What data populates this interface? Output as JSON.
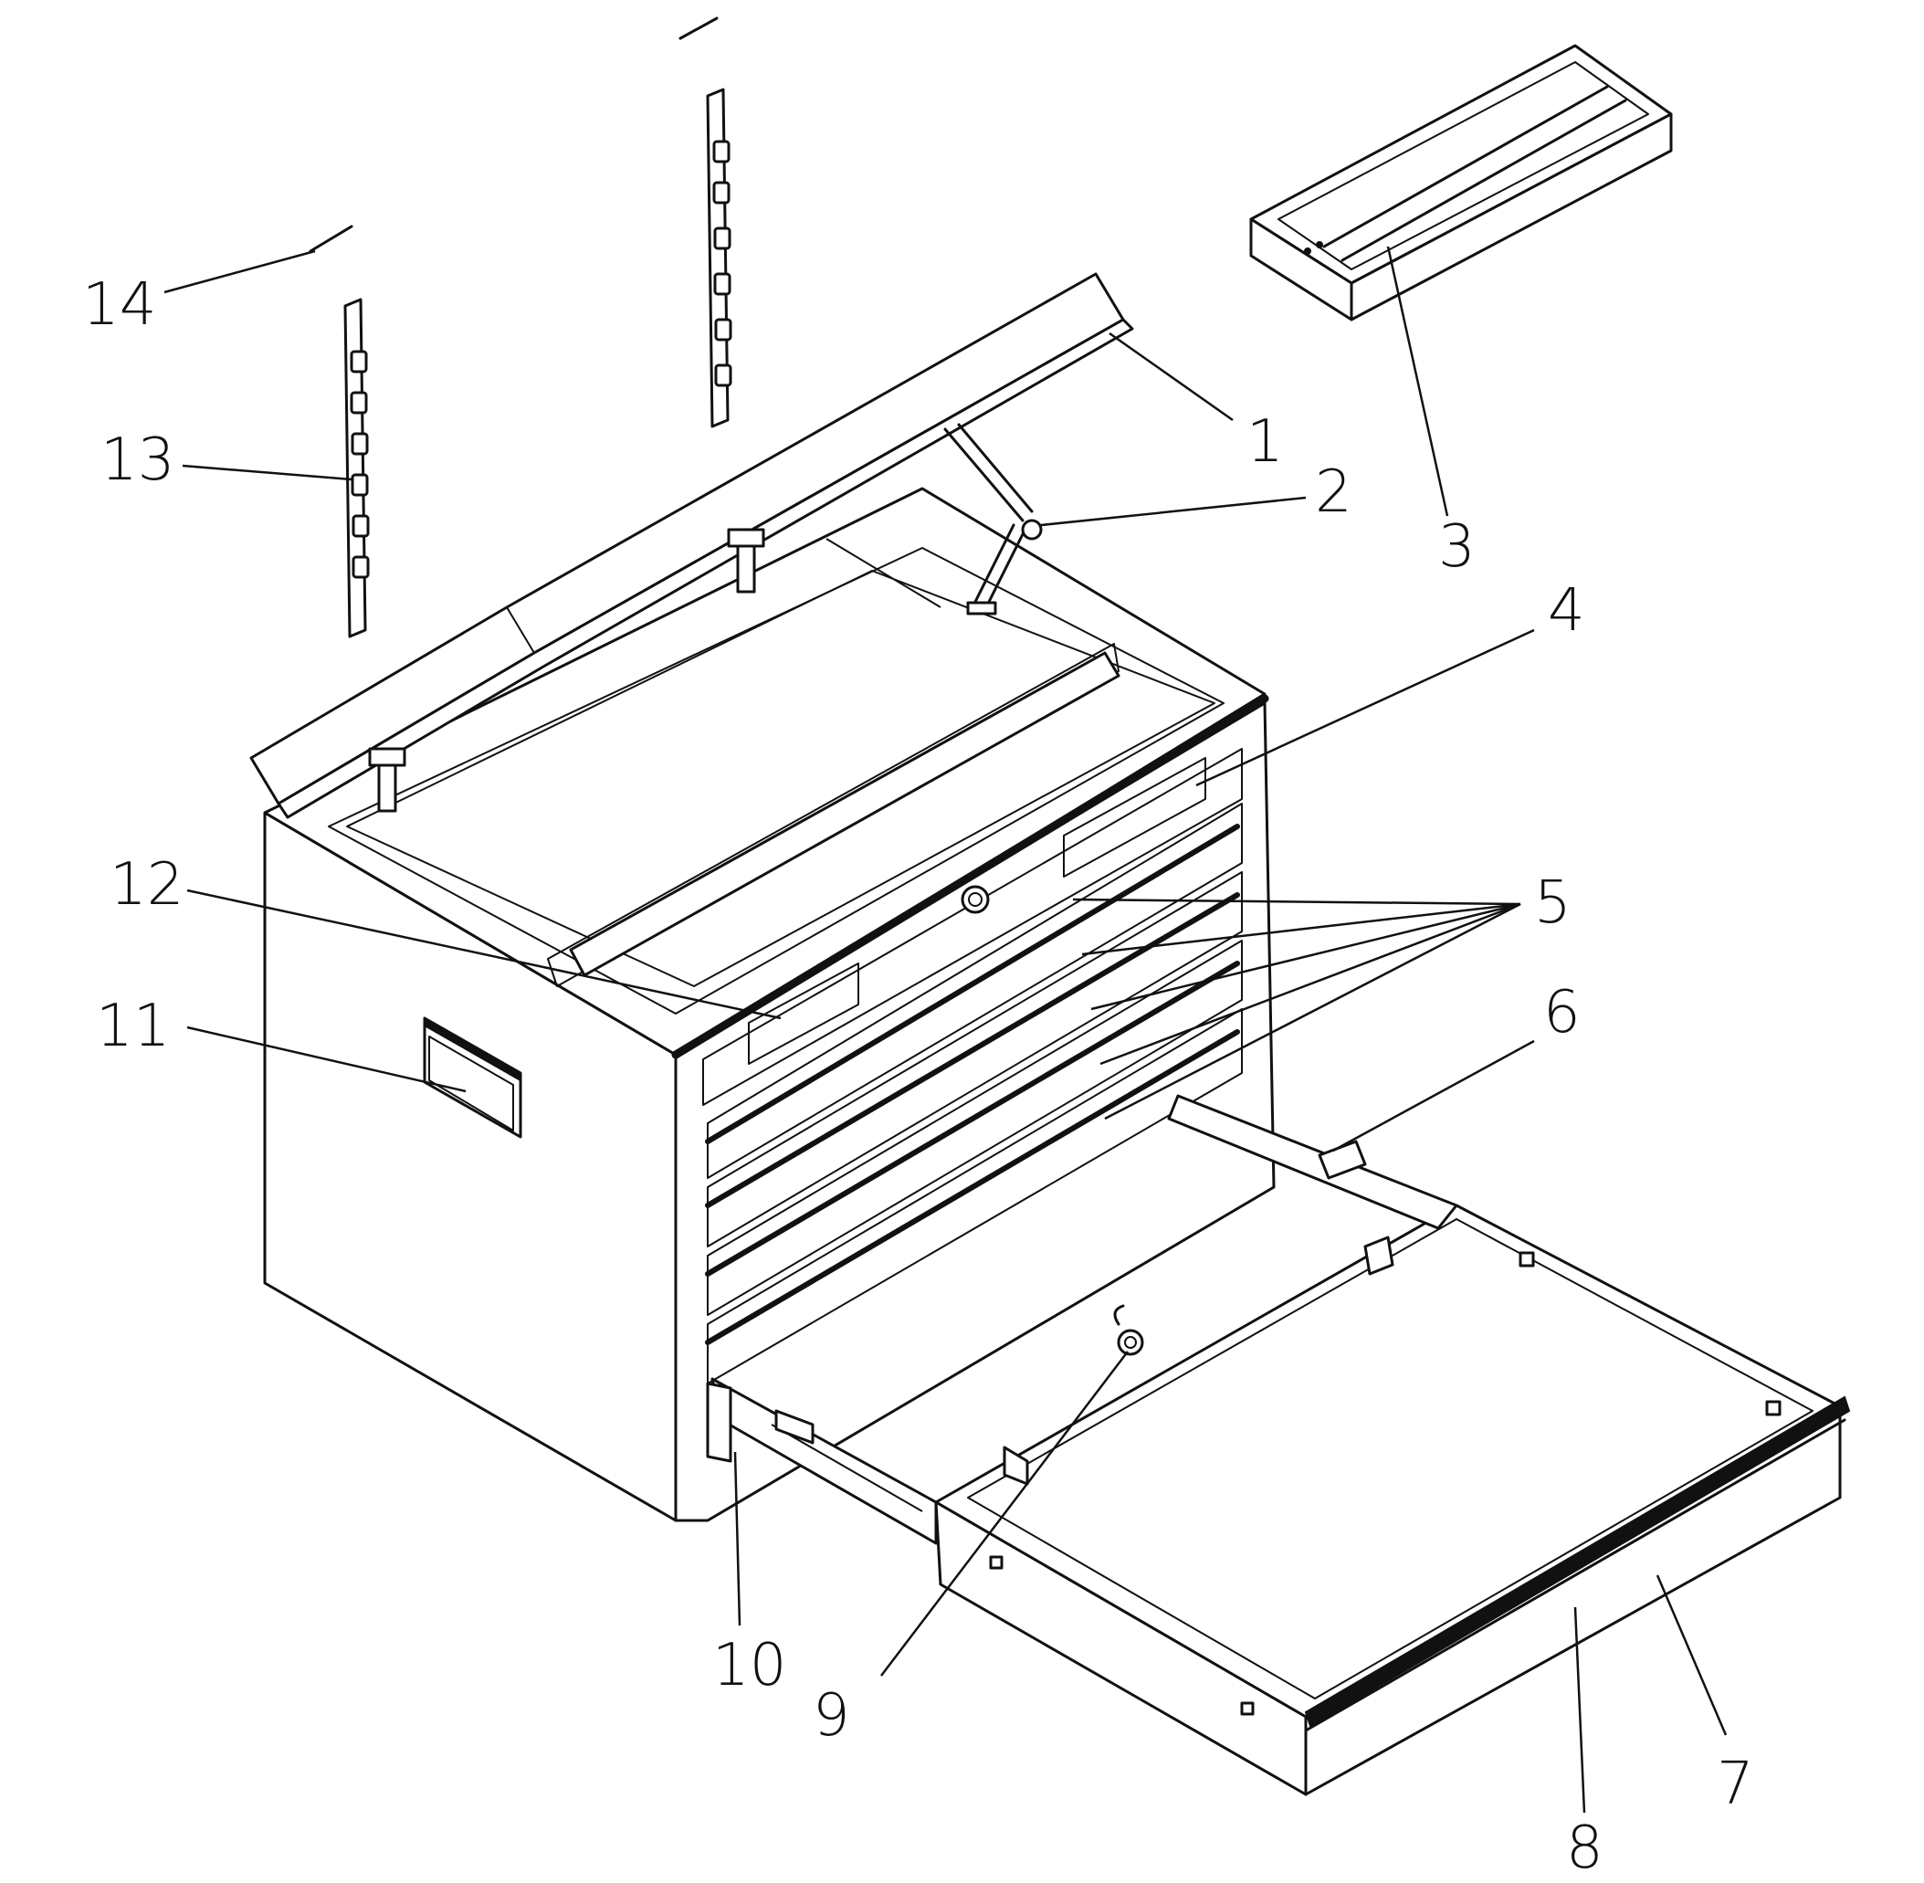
{
  "diagram": {
    "parts": [
      {
        "number": "1"
      },
      {
        "number": "2"
      },
      {
        "number": "3"
      },
      {
        "number": "4"
      },
      {
        "number": "5"
      },
      {
        "number": "6"
      },
      {
        "number": "7"
      },
      {
        "number": "8"
      },
      {
        "number": "9"
      },
      {
        "number": "10"
      },
      {
        "number": "11"
      },
      {
        "number": "12"
      },
      {
        "number": "13"
      },
      {
        "number": "14"
      }
    ]
  }
}
